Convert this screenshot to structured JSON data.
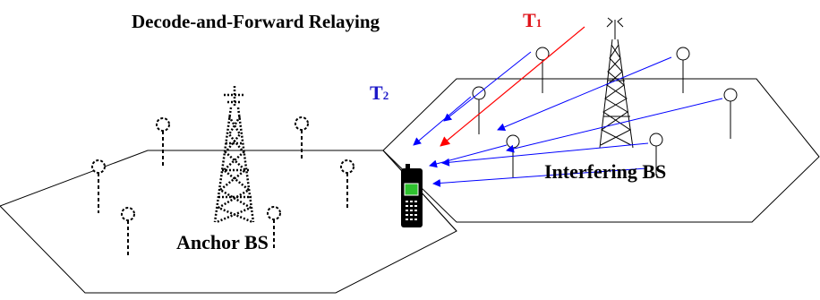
{
  "title": "Decode-and-Forward Relaying",
  "labels": {
    "t1": {
      "main": "T",
      "sub": "1"
    },
    "t2": {
      "main": "T",
      "sub": "2"
    },
    "anchor": "Anchor BS",
    "interfering": "Interfering BS"
  },
  "colors": {
    "t1": "#e0141b",
    "t2": "#1c18c8",
    "arrow_t1": "#ff0000",
    "arrow_t2": "#0000ff",
    "outline": "#000000",
    "screen": "#2fc22f"
  }
}
